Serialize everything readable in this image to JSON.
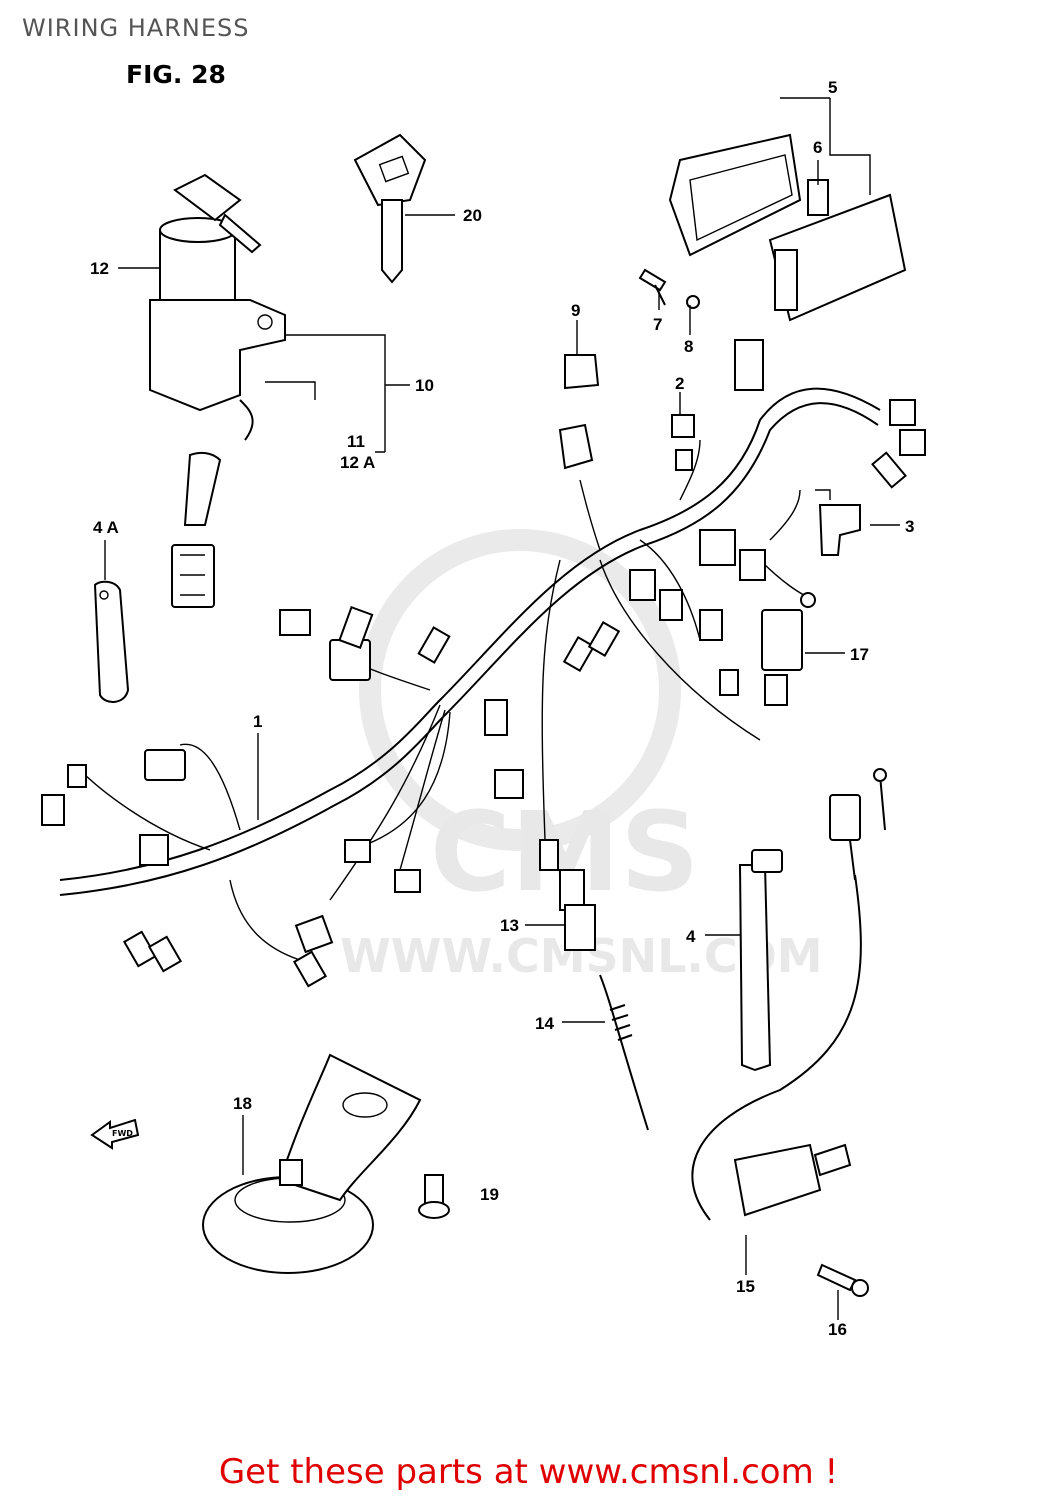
{
  "title": "WIRING HARNESS",
  "figure": "FIG. 28",
  "watermark": {
    "brand": "CMS",
    "url": "WWW.CMSNL.COM"
  },
  "fwd_marker": "FWD",
  "callouts": {
    "c1": "1",
    "c2": "2",
    "c3": "3",
    "c4": "4",
    "c4a": "4 A",
    "c5": "5",
    "c6": "6",
    "c7": "7",
    "c8": "8",
    "c9": "9",
    "c10": "10",
    "c11": "11",
    "c12": "12",
    "c12a": "12 A",
    "c13": "13",
    "c14": "14",
    "c15": "15",
    "c16": "16",
    "c17": "17",
    "c18": "18",
    "c19": "19",
    "c20": "20"
  },
  "footer": "Get these parts at www.cmsnl.com !"
}
